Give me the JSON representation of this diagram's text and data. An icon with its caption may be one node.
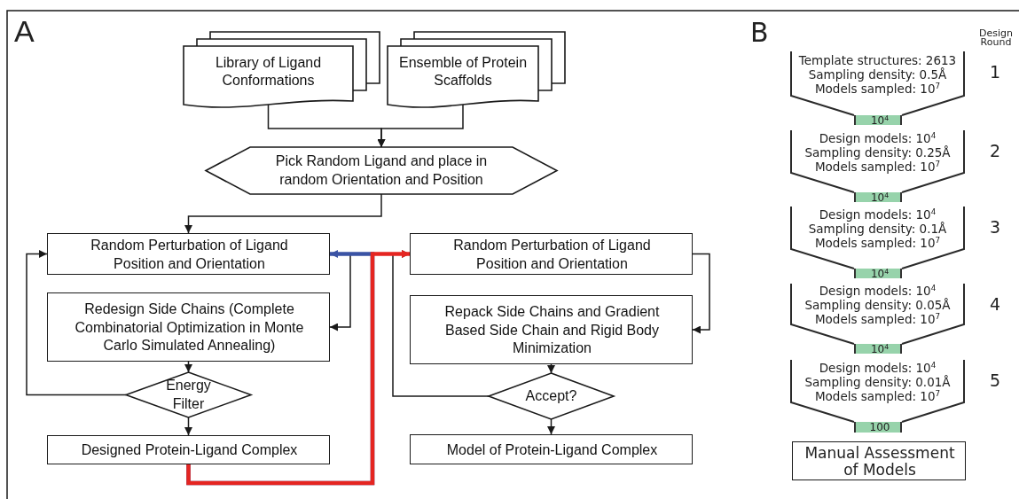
{
  "diagram": {
    "nodes": [
      {
        "text": [
          "Library of Ligand Conformations"
        ]
      },
      {
        "text": [
          "Ensemble of Protein Scaffolds"
        ]
      },
      {
        "text": [
          "Pick Random Ligand and place in random Orientation and Position"
        ]
      },
      {
        "text": [
          "Random Perturbation of Ligand Position and Orientation"
        ]
      },
      {
        "text": [
          "Redesign Side Chains (Complete Combinatorial Optimization in Monte Carlo Simulated Annealing)"
        ]
      },
      {
        "text": [
          "Energy Filter"
        ]
      },
      {
        "text": [
          "Designed Protein-Ligand Complex"
        ]
      },
      {
        "text": [
          "Random Perturbation of Ligand Position and Orientation"
        ]
      },
      {
        "text": [
          "Repack Side Chains and Gradient Based Side Chain and Rigid Body Minimization"
        ]
      },
      {
        "text": [
          "Accept?"
        ]
      },
      {
        "text": [
          "Model of Protein-Ligand Complex"
        ]
      },
      {
        "text": [
          "Template structures: 2613",
          "Sampling density: 0.5Å",
          "Models sampled: 10$^{7}$"
        ],
        "beside": [
          "1"
        ]
      },
      {
        "text": [
          "10$^{4}$"
        ]
      },
      {
        "text": [
          "Design models: 10$^{4}$",
          "Sampling density: 0.25Å",
          "Models sampled: 10$^{7}$"
        ],
        "beside": [
          "2"
        ]
      },
      {
        "text": [
          "10$^{4}$"
        ]
      },
      {
        "text": [
          "Design models: 10$^{4}$",
          "Sampling density: 0.1Å",
          "Models sampled: 10$^{7}$"
        ],
        "beside": [
          "3"
        ]
      },
      {
        "text": [
          "10$^{4}$"
        ]
      },
      {
        "text": [
          "Design models: 10$^{4}$",
          "Sampling density: 0.05Å",
          "Models sampled: 10$^{7}$"
        ],
        "beside": [
          "4"
        ]
      },
      {
        "text": [
          "10$^{4}$"
        ]
      },
      {
        "text": [
          "Design models: 10$^{4}$",
          "Sampling density: 0.01Å",
          "Models sampled: 10$^{7}$"
        ],
        "beside": [
          "5"
        ]
      },
      {
        "text": [
          "100"
        ]
      },
      {
        "text": [
          "Manual Assessment of Models"
        ]
      }
    ],
    "edges": [
      {
        "from": 0,
        "to": 2,
        "arrow": "to"
      },
      {
        "from": 1,
        "to": 2,
        "arrow": "to"
      },
      {
        "from": 2,
        "to": 3,
        "arrow": "to"
      },
      {
        "from": 3,
        "to": 4,
        "arrow": "to"
      },
      {
        "from": 4,
        "to": 5,
        "arrow": "to"
      },
      {
        "from": 5,
        "to": 3,
        "arrow": "to"
      },
      {
        "from": 5,
        "to": 6,
        "arrow": "to"
      },
      {
        "from": 6,
        "to": 3,
        "arrow": "to",
        "style": "thick",
        "color": "#3a53a4"
      },
      {
        "from": 6,
        "to": 7,
        "arrow": "to",
        "style": "thick",
        "color": "#e52521"
      },
      {
        "from": 7,
        "to": 8,
        "arrow": "to"
      },
      {
        "from": 8,
        "to": 9,
        "arrow": "to"
      },
      {
        "from": 9,
        "to": 7,
        "arrow": "to"
      },
      {
        "from": 9,
        "to": 10,
        "arrow": "to"
      }
    ],
    "labels": [
      "A",
      "B",
      "Design Round"
    ]
  }
}
